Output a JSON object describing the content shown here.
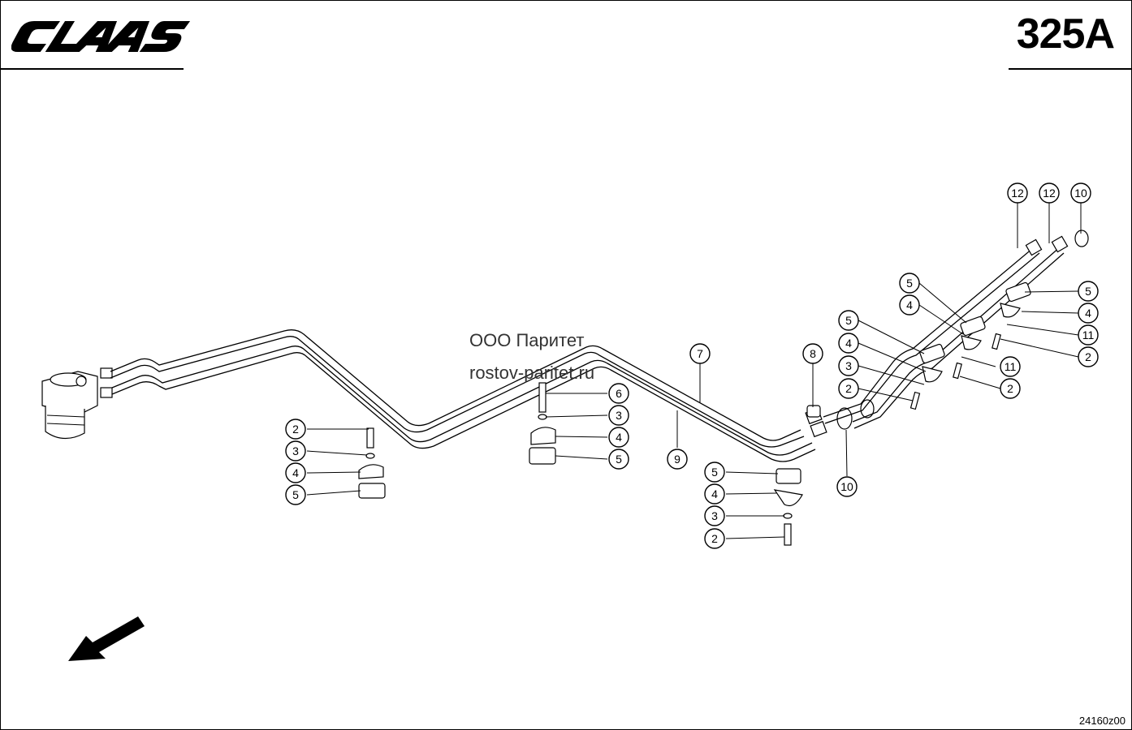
{
  "header": {
    "brand": "CLAAS",
    "page_number": "325A"
  },
  "watermark": {
    "line1": "ООО Паритет",
    "line2": "rostov-paritet.ru"
  },
  "footer": {
    "drawing_code": "24160z00"
  },
  "callouts": {
    "c12a": "12",
    "c12b": "12",
    "c10a": "10",
    "c5a": "5",
    "c4a": "4",
    "c11a": "11",
    "c2a": "2",
    "c5b": "5",
    "c4b": "4",
    "c11b": "11",
    "c2b": "2",
    "c5c": "5",
    "c4c": "4",
    "c3c": "3",
    "c2c": "2",
    "c8": "8",
    "c7": "7",
    "c9": "9",
    "c10b": "10",
    "c6": "6",
    "c3d": "3",
    "c4d": "4",
    "c5d": "5",
    "c2e": "2",
    "c3e": "3",
    "c4e": "4",
    "c5e": "5",
    "c5f": "5",
    "c4f": "4",
    "c3f": "3",
    "c2f": "2"
  },
  "colors": {
    "ink": "#000000",
    "paper": "#ffffff"
  }
}
